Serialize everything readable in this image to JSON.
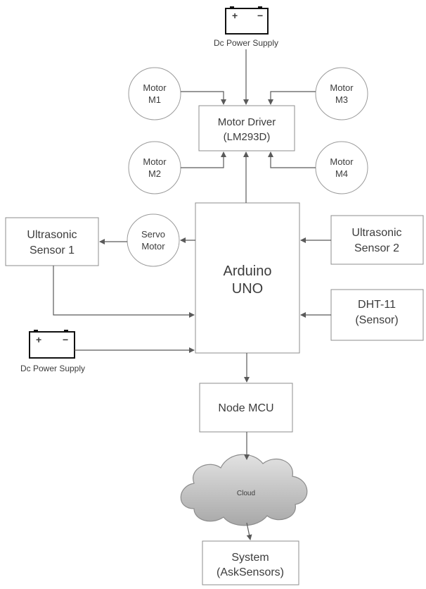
{
  "power_top": {
    "plus": "+",
    "minus": "−",
    "label": "Dc Power Supply"
  },
  "power_left": {
    "plus": "+",
    "minus": "−",
    "label": "Dc Power Supply"
  },
  "motor_m1": [
    "Motor",
    "M1"
  ],
  "motor_m2": [
    "Motor",
    "M2"
  ],
  "motor_m3": [
    "Motor",
    "M3"
  ],
  "motor_m4": [
    "Motor",
    "M4"
  ],
  "motor_driver": [
    "Motor Driver",
    "(LM293D)"
  ],
  "servo": [
    "Servo",
    "Motor"
  ],
  "ultrasonic_1": [
    "Ultrasonic",
    "Sensor 1"
  ],
  "ultrasonic_2": [
    "Ultrasonic",
    "Sensor 2"
  ],
  "arduino": [
    "Arduino",
    "UNO"
  ],
  "dht": [
    "DHT-11",
    "(Sensor)"
  ],
  "node_mcu": "Node MCU",
  "cloud": "Cloud",
  "system": [
    "System",
    "(AskSensors)"
  ],
  "colors": {
    "line": "#5a5a5a",
    "box_border": "#8c8c8c",
    "cloud_fill": "#c8c8c8",
    "text": "#3c3c3c"
  }
}
